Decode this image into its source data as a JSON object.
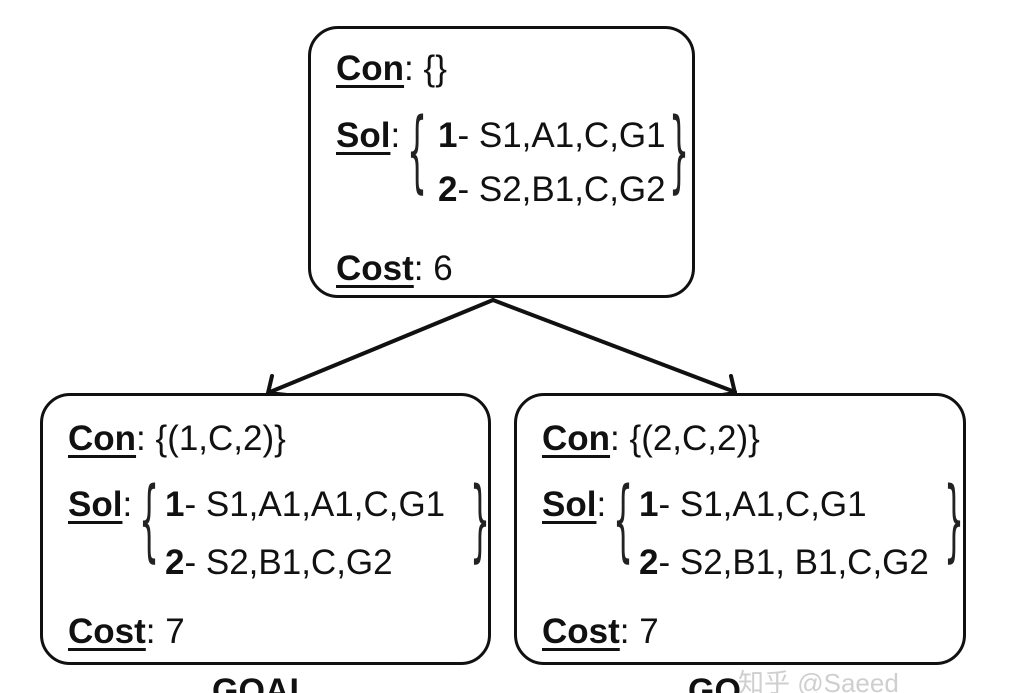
{
  "labels": {
    "con": "Con",
    "sol": "Sol",
    "cost": "Cost"
  },
  "nodes": {
    "root": {
      "con": "{}",
      "sol": [
        {
          "num": "1",
          "path": "S1,A1,C,G1"
        },
        {
          "num": "2",
          "path": "S2,B1,C,G2"
        }
      ],
      "cost": "6"
    },
    "left": {
      "con": "{(1,C,2)}",
      "sol": [
        {
          "num": "1",
          "path": "S1,A1,A1,C,G1"
        },
        {
          "num": "2",
          "path": "S2,B1,C,G2"
        }
      ],
      "cost": "7"
    },
    "right": {
      "con": "{(2,C,2)}",
      "sol": [
        {
          "num": "1",
          "path": "S1,A1,C,G1"
        },
        {
          "num": "2",
          "path": "S2,B1, B1,C,G2"
        }
      ],
      "cost": "7"
    }
  },
  "bottom": {
    "left": "GOAL",
    "right": "GO"
  },
  "watermark": "知乎 @Saeed"
}
